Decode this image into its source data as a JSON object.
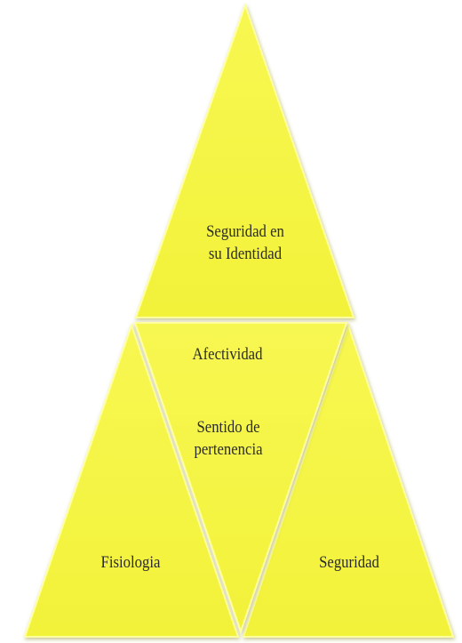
{
  "diagram": {
    "top": {
      "line1": "Seguridad en",
      "line2": "su Identidad"
    },
    "middle": {
      "title": "Afectividad",
      "line1": "Sentido de",
      "line2": "pertenencia"
    },
    "left": {
      "label": "Fisiologia"
    },
    "right": {
      "label": "Seguridad"
    }
  },
  "colors": {
    "fill": "#f5f542",
    "fill_light": "#fbfb7a",
    "edge": "#c9c92a",
    "text": "#2b2b2b"
  }
}
